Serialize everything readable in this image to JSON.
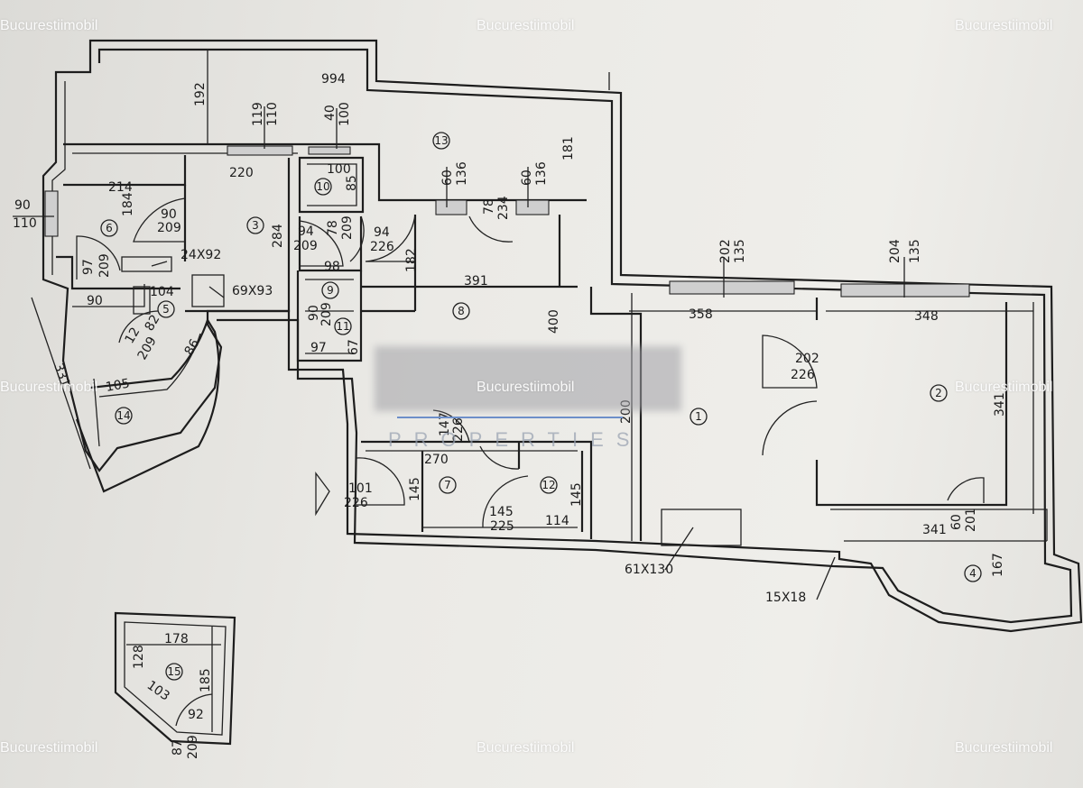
{
  "watermark_text": "Bucurestiimobil",
  "logo_subtitle": "PROPERTIES",
  "rooms": [
    "1",
    "2",
    "3",
    "4",
    "5",
    "6",
    "7",
    "8",
    "9",
    "10",
    "11",
    "12",
    "13",
    "14",
    "15"
  ],
  "dimensions": {
    "d994": "994",
    "d192": "192",
    "d119": "119",
    "d110": "110",
    "d40": "40",
    "d100": "100",
    "d181": "181",
    "d60a": "60",
    "d136a": "136",
    "d60b": "60",
    "d136b": "136",
    "d78": "78",
    "d234": "234",
    "d220": "220",
    "d214": "214",
    "d184": "184",
    "d90": "90",
    "d209a": "209",
    "d284": "284",
    "d94a": "94",
    "d209b": "209",
    "d100b": "100",
    "d85": "85",
    "d78b": "78",
    "d209c": "209",
    "d94b": "94",
    "d226a": "226",
    "d90w": "90",
    "d110w": "110",
    "d24x92": "24X92",
    "d97": "97",
    "d209d": "209",
    "d98": "98",
    "d182": "182",
    "d391": "391",
    "d90c": "90",
    "d104": "104",
    "d69x93": "69X93",
    "d12": "12",
    "d209e": "209",
    "d82": "82",
    "d86": "86",
    "d90d": "90",
    "d209f": "209",
    "d97b": "97",
    "d67": "67",
    "d400": "400",
    "d200": "200",
    "d105": "105",
    "d331": "331",
    "d147": "147",
    "d226b": "226",
    "d270": "270",
    "d101": "101",
    "d226c": "226",
    "d145a": "145",
    "d145b": "145",
    "d225": "225",
    "d114": "114",
    "d145c": "145",
    "d202a": "202",
    "d135a": "135",
    "d204": "204",
    "d135b": "135",
    "d358": "358",
    "d348": "348",
    "d202b": "202",
    "d226d": "226",
    "d341a": "341",
    "d341b": "341",
    "d60c": "60",
    "d201": "201",
    "d167": "167",
    "d61x130": "61X130",
    "d15x18": "15X18",
    "d178": "178",
    "d128": "128",
    "d103": "103",
    "d185": "185",
    "d92": "92",
    "d87": "87",
    "d209g": "209"
  }
}
